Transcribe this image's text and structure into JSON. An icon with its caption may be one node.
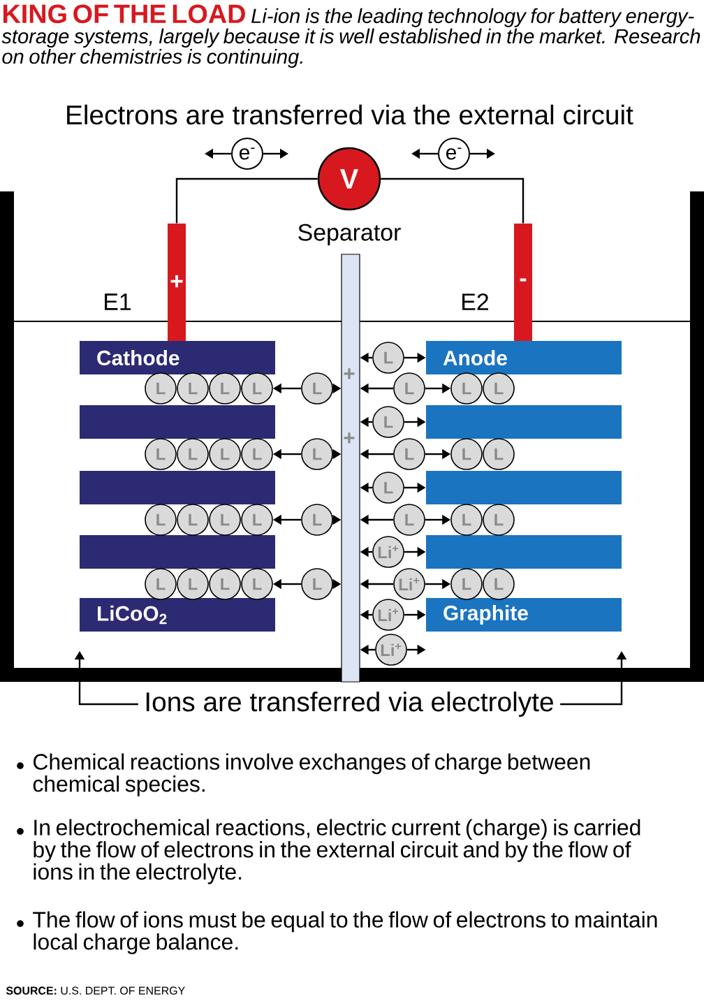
{
  "diagram": {
    "title": "KING OF THE LOAD",
    "nodes": [
      {
        "text": [
          "e$^{-}$"
        ]
      },
      {
        "text": [
          "V"
        ]
      },
      {
        "text": [
          "e$^{-}$"
        ]
      },
      {
        "text": [
          "+"
        ]
      },
      {
        "text": [
          "Separator"
        ]
      },
      {
        "text": [
          "-"
        ]
      },
      {
        "text": [
          "Cathode"
        ]
      },
      {
        "text": [],
        "shape": "bar"
      },
      {
        "text": [],
        "shape": "bar"
      },
      {
        "text": [],
        "shape": "bar"
      },
      {
        "text": [
          "LiCoO$_{2}$"
        ]
      },
      {
        "text": [
          "Anode"
        ]
      },
      {
        "text": [],
        "shape": "bar"
      },
      {
        "text": [],
        "shape": "bar"
      },
      {
        "text": [],
        "shape": "bar"
      },
      {
        "text": [
          "Graphite"
        ]
      },
      {
        "text": [
          "L"
        ]
      },
      {
        "text": [
          "L"
        ]
      },
      {
        "text": [
          "L"
        ]
      },
      {
        "text": [
          "L"
        ]
      },
      {
        "text": [
          "L"
        ]
      },
      {
        "text": [
          "L"
        ]
      },
      {
        "text": [
          "L"
        ]
      },
      {
        "text": [
          "L"
        ]
      },
      {
        "text": [
          "L"
        ]
      },
      {
        "text": [
          "L"
        ]
      },
      {
        "text": [
          "L"
        ]
      },
      {
        "text": [
          "L"
        ]
      },
      {
        "text": [
          "L"
        ]
      },
      {
        "text": [
          "L"
        ]
      },
      {
        "text": [
          "L"
        ]
      },
      {
        "text": [
          "L"
        ]
      },
      {
        "text": [
          "L"
        ]
      },
      {
        "text": [
          "L"
        ]
      },
      {
        "text": [
          "L"
        ]
      },
      {
        "text": [
          "L"
        ]
      },
      {
        "text": [
          "L"
        ]
      },
      {
        "text": [
          "L"
        ]
      },
      {
        "text": [
          "L"
        ]
      },
      {
        "text": [
          "L"
        ]
      },
      {
        "text": [
          "L"
        ]
      },
      {
        "text": [
          "L"
        ]
      },
      {
        "text": [
          "L"
        ]
      },
      {
        "text": [
          "Li$^{+}$"
        ]
      },
      {
        "text": [
          "L"
        ]
      },
      {
        "text": [
          "L"
        ]
      },
      {
        "text": [
          "L"
        ]
      },
      {
        "text": [
          "L"
        ]
      },
      {
        "text": [
          "L"
        ]
      },
      {
        "text": [
          "Li$^{+}$"
        ]
      },
      {
        "text": [
          "L"
        ]
      },
      {
        "text": [
          "L"
        ]
      },
      {
        "text": [
          "Li$^{+}$"
        ]
      },
      {
        "text": [
          "Li$^{+}$"
        ]
      },
      {
        "text": [
          "Ions are transferred via electrolyte"
        ]
      }
    ],
    "edges": [
      {
        "from": 1,
        "to": 3,
        "arrow": "none"
      },
      {
        "from": 1,
        "to": 5,
        "arrow": "none"
      },
      {
        "from": 54,
        "to": null,
        "arrow": "to"
      },
      {
        "from": 54,
        "to": null,
        "arrow": "to"
      },
      {
        "from": 16,
        "to": 4,
        "arrow": "to"
      },
      {
        "from": 16,
        "to": 11,
        "arrow": "to"
      },
      {
        "from": 21,
        "to": 20,
        "arrow": "to"
      },
      {
        "from": 21,
        "to": 4,
        "arrow": "to"
      },
      {
        "from": 22,
        "to": 4,
        "arrow": "to"
      },
      {
        "from": 22,
        "to": 23,
        "arrow": "to"
      },
      {
        "from": 25,
        "to": 4,
        "arrow": "to"
      },
      {
        "from": 25,
        "to": 12,
        "arrow": "to"
      },
      {
        "from": 30,
        "to": 29,
        "arrow": "to"
      },
      {
        "from": 30,
        "to": 4,
        "arrow": "to"
      },
      {
        "from": 31,
        "to": 4,
        "arrow": "to"
      },
      {
        "from": 31,
        "to": 32,
        "arrow": "to"
      },
      {
        "from": 34,
        "to": 4,
        "arrow": "to"
      },
      {
        "from": 34,
        "to": 13,
        "arrow": "to"
      },
      {
        "from": 39,
        "to": 38,
        "arrow": "to"
      },
      {
        "from": 39,
        "to": 4,
        "arrow": "to"
      },
      {
        "from": 40,
        "to": 4,
        "arrow": "to"
      },
      {
        "from": 40,
        "to": 41,
        "arrow": "to"
      },
      {
        "from": 43,
        "to": 4,
        "arrow": "to"
      },
      {
        "from": 43,
        "to": 14,
        "arrow": "to"
      },
      {
        "from": 48,
        "to": 47,
        "arrow": "to"
      },
      {
        "from": 48,
        "to": 4,
        "arrow": "to"
      },
      {
        "from": 49,
        "to": 4,
        "arrow": "to"
      },
      {
        "from": 49,
        "to": 50,
        "arrow": "to"
      },
      {
        "from": 52,
        "to": 4,
        "arrow": "to"
      },
      {
        "from": 52,
        "to": 15,
        "arrow": "to"
      },
      {
        "from": 53,
        "to": 4,
        "arrow": "to"
      },
      {
        "from": 53,
        "to": 15,
        "arrow": "to"
      }
    ],
    "labels": [
      "Li-ion is the leading technology for battery energy-storage systems, largely because it is well established in the market. Research on other chemistries is continuing.",
      "Electrons are transferred via the external circuit",
      "E1",
      "E2",
      "+",
      "+",
      "Chemical reactions involve exchanges of charge between chemical species.",
      "In electrochemical reactions, electric current (charge) is carried by the flow of electrons in the external circuit and by the flow of ions in the electrolyte.",
      "The flow of ions must be equal to the flow of electrons to maintain local charge balance.",
      "**SOURCE:** U.S. DEPT. OF ENERGY"
    ]
  }
}
